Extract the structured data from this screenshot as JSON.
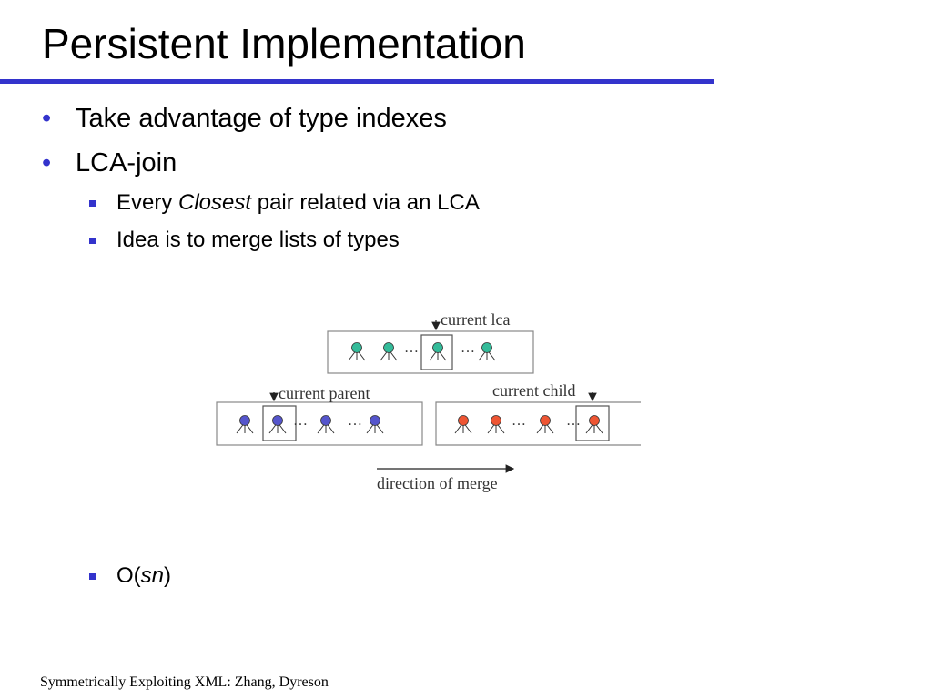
{
  "slide": {
    "title": "Persistent Implementation",
    "bullets": [
      {
        "text": "Take advantage of type indexes"
      },
      {
        "text": "LCA-join"
      }
    ],
    "sub_bullets": {
      "closest": {
        "prefix": "Every ",
        "emphasis": "Closest",
        "suffix": " pair related via an LCA"
      },
      "merge": {
        "text": "Idea is to merge lists of types"
      },
      "complexity": {
        "prefix": "O(",
        "emphasis": "sn",
        "suffix": ")"
      }
    },
    "footer": "Symmetrically Exploiting XML: Zhang, Dyreson"
  },
  "diagram": {
    "labels": {
      "lca": "current lca",
      "parent": "current parent",
      "child": "current child",
      "direction": "direction of merge",
      "ellipsis": "…"
    },
    "colors": {
      "lca_nodes": "#33bb99",
      "parent_nodes": "#5555cc",
      "child_nodes": "#ee5533",
      "accent": "#3333cc"
    }
  }
}
